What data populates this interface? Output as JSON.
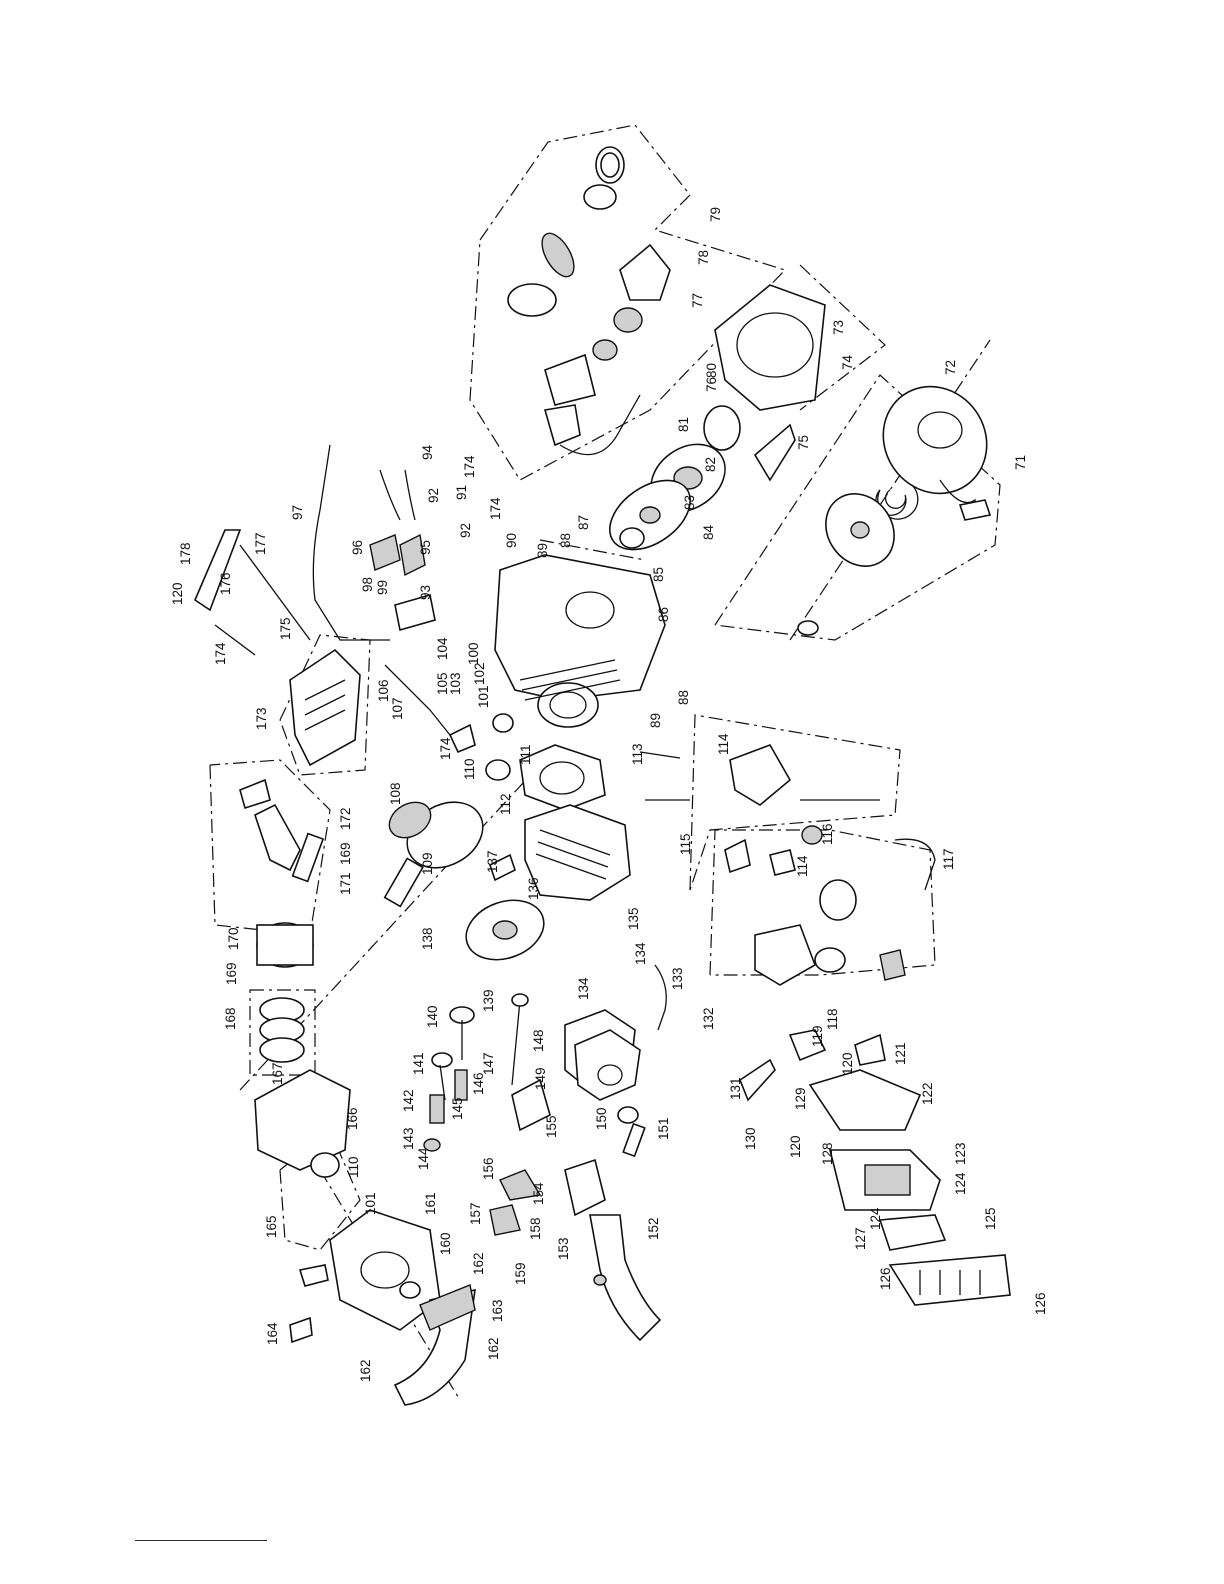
{
  "diagram": {
    "labels": {
      "71": "71",
      "72": "72",
      "73": "73",
      "74": "74",
      "75": "75",
      "76": "76",
      "77": "77",
      "78": "78",
      "79": "79",
      "80": "80",
      "81": "81",
      "82": "82",
      "83": "83",
      "84": "84",
      "85": "85",
      "86": "86",
      "87": "87",
      "88": "88",
      "89": "89",
      "90": "90",
      "91": "91",
      "92": "92",
      "93": "93",
      "94": "94",
      "95": "95",
      "96": "96",
      "97": "97",
      "98": "98",
      "99": "99",
      "100": "100",
      "101": "101",
      "102": "102",
      "103": "103",
      "104": "104",
      "105": "105",
      "106": "106",
      "107": "107",
      "108": "108",
      "109": "109",
      "110": "110",
      "111": "111",
      "112": "112",
      "113": "113",
      "114": "114",
      "115": "115",
      "116": "116",
      "117": "117",
      "118": "118",
      "119": "119",
      "120": "120",
      "121": "121",
      "122": "122",
      "123": "123",
      "124": "124",
      "125": "125",
      "126": "126",
      "127": "127",
      "128": "128",
      "129": "129",
      "130": "130",
      "131": "131",
      "132": "132",
      "133": "133",
      "134": "134",
      "135": "135",
      "136": "136",
      "137": "137",
      "138": "138",
      "139": "139",
      "140": "140",
      "141": "141",
      "142": "142",
      "143": "143",
      "144": "144",
      "145": "145",
      "146": "146",
      "147": "147",
      "148": "148",
      "149": "149",
      "150": "150",
      "151": "151",
      "152": "152",
      "153": "153",
      "154": "154",
      "155": "155",
      "156": "156",
      "157": "157",
      "158": "158",
      "159": "159",
      "160": "160",
      "161": "161",
      "162": "162",
      "163": "163",
      "164": "164",
      "165": "165",
      "166": "166",
      "167": "167",
      "168": "168",
      "169": "169",
      "170": "170",
      "171": "171",
      "172": "172",
      "173": "173",
      "174": "174",
      "175": "175",
      "176": "176",
      "177": "177",
      "178": "178"
    }
  }
}
